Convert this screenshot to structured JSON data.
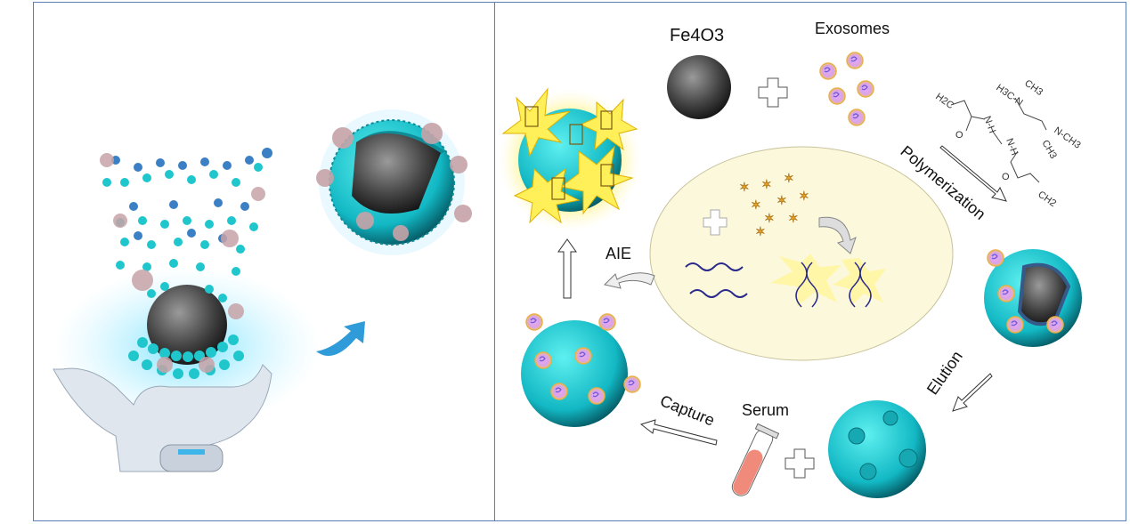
{
  "labels": {
    "iron_oxide": "Fe4O3",
    "exosomes": "Exosomes",
    "polymerization": "Polymerization",
    "elution": "Elution",
    "serum": "Serum",
    "capture": "Capture",
    "aie": "AIE"
  },
  "chemistry": {
    "h2c": "H2C",
    "h3c_n": "H3C-N",
    "ch3_top": "CH3",
    "n_h_1": "N-H",
    "n_h_2": "N-H",
    "n_ch3": "N-CH3",
    "ch3_bottom": "CH3",
    "o_1": "O",
    "o_2": "O",
    "ch2": "CH2"
  },
  "colors": {
    "border": "#5b7fb5",
    "cyan_sphere": "#19c7cf",
    "ellipse_fill": "#fbf8dc",
    "core_gray": "#555555",
    "glow_yellow": "#fff27a"
  }
}
